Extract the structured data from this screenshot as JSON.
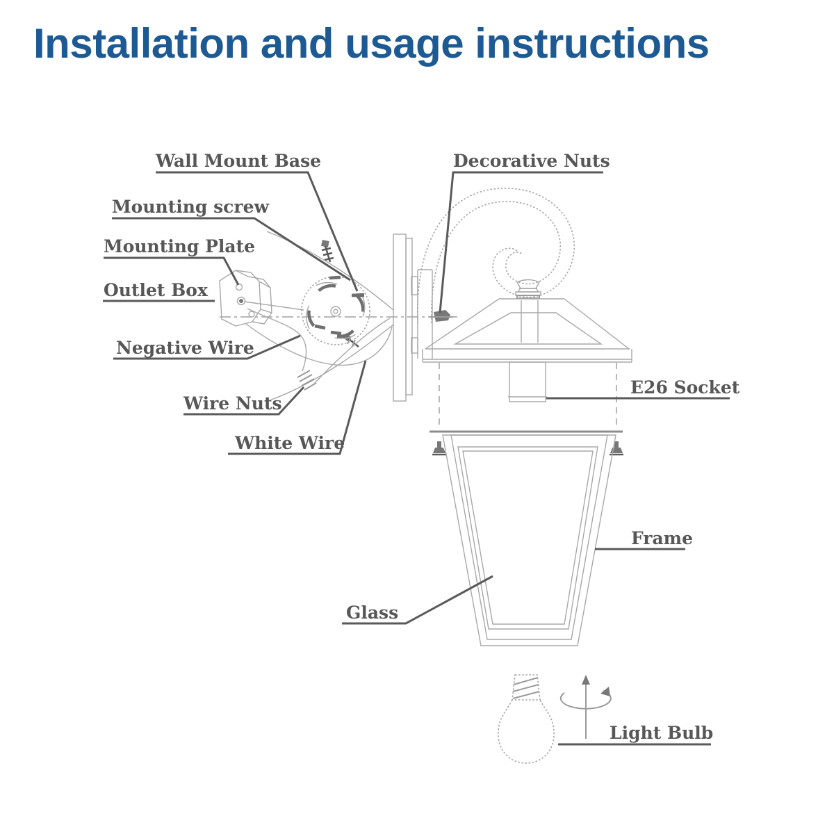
{
  "page": {
    "title": "Installation and usage instructions"
  },
  "colors": {
    "title_blue": "#1d5a94",
    "label_gray": "#575757",
    "leader_gray": "#5a5a5a",
    "line_gray": "#a8a8a8"
  },
  "labels": {
    "wall_mount_base": "Wall Mount Base",
    "mounting_screw": "Mounting screw",
    "mounting_plate": "Mounting Plate",
    "outlet_box": "Outlet Box",
    "negative_wire": "Negative Wire",
    "wire_nuts": "Wire Nuts",
    "white_wire": "White Wire",
    "decorative_nuts": "Decorative Nuts",
    "e26_socket": "E26 Socket",
    "frame": "Frame",
    "glass": "Glass",
    "light_bulb": "Light Bulb"
  }
}
